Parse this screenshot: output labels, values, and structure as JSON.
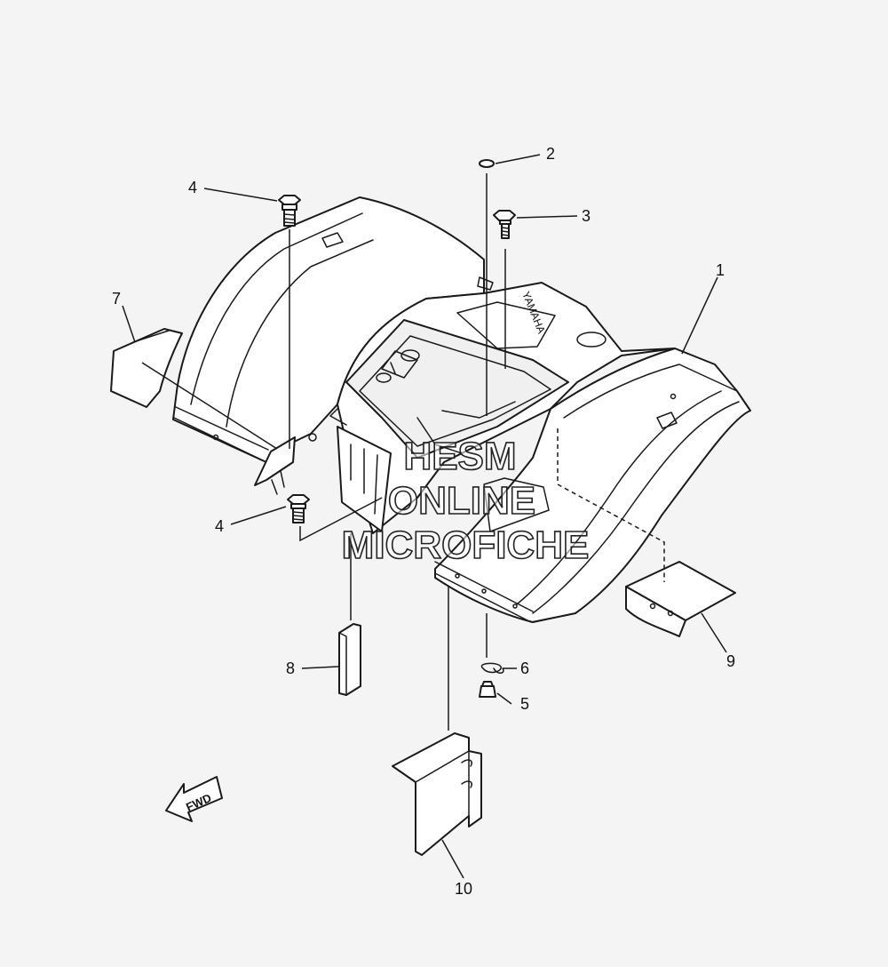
{
  "callouts": {
    "c1": "1",
    "c2": "2",
    "c3": "3",
    "c4a": "4",
    "c4b": "4",
    "c5": "5",
    "c6": "6",
    "c7": "7",
    "c8": "8",
    "c9": "9",
    "c10": "10"
  },
  "fender_logo": "YAMAHA",
  "fwd_arrow": {
    "label": "FWD",
    "icon": "fwd-arrow-icon"
  },
  "watermark": {
    "line1": "HESM",
    "line2": "ONLINE",
    "line3": "MICROFICHE"
  }
}
